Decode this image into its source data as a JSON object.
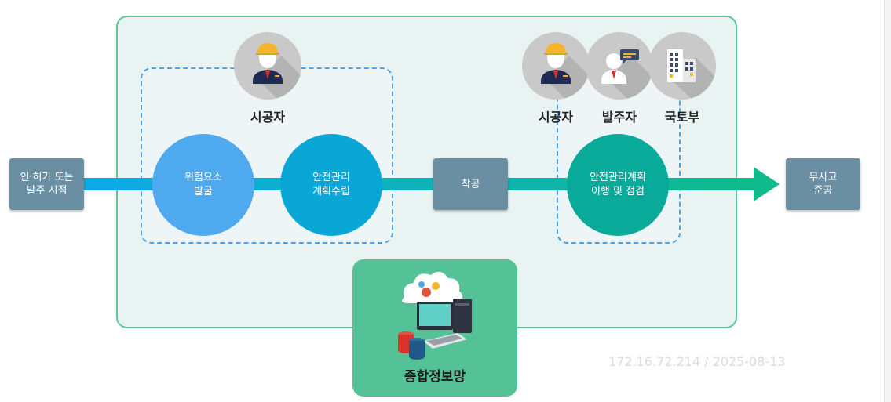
{
  "start_box": "인·허가 또는\n발주 시점",
  "end_box": "무사고\n준공",
  "step1": "위험요소\n발굴",
  "step2": "안전관리\n계획수립",
  "step3": "착공",
  "step4": "안전관리계획\n이행 및 점검",
  "role_constructor_left": "시공자",
  "role_constructor_right": "시공자",
  "role_orderer": "발주자",
  "role_ministry": "국토부",
  "info_system_label": "종합정보망",
  "watermark": "172.16.72.214 / 2025-08-13",
  "colors": {
    "panel_bg": "#e9f3f1",
    "panel_border": "#5cc79a",
    "dashed_border": "#4aa3e8",
    "box": "#6a8fa3",
    "circle1": "#4fa9ee",
    "circle2": "#0aa6d6",
    "circle4": "#0aaa9a",
    "arrow_start": "#0ea8ee",
    "arrow_end": "#0fbb8a",
    "info_box": "#55c197"
  },
  "icons": [
    "worker-helmet-icon",
    "orderer-speech-icon",
    "building-icon",
    "computer-cloud-icon"
  ]
}
